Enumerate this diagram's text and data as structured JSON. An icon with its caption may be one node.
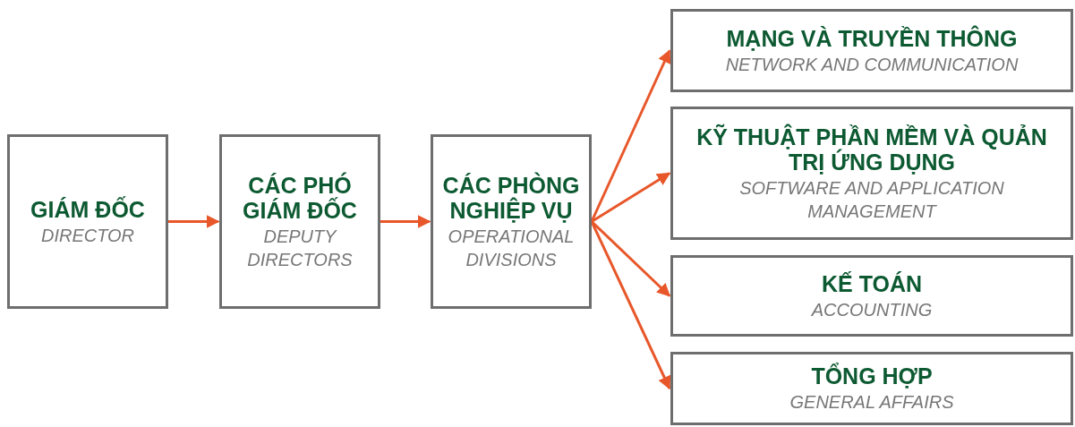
{
  "diagram": {
    "nodes": [
      {
        "text": [
          "GIÁM ĐỐC",
          "DIRECTOR"
        ]
      },
      {
        "text": [
          "CÁC PHÓ GIÁM ĐỐC",
          "DEPUTY DIRECTORS"
        ]
      },
      {
        "text": [
          "CÁC PHÒNG NGHIỆP VỤ",
          "OPERATIONAL DIVISIONS"
        ]
      },
      {
        "text": [
          "MẠNG VÀ TRUYỀN THÔNG",
          "NETWORK AND COMMUNICATION"
        ]
      },
      {
        "text": [
          "KỸ THUẬT PHẦN MỀM VÀ QUẢN TRỊ ỨNG DỤNG",
          "SOFTWARE AND APPLICATION MANAGEMENT"
        ]
      },
      {
        "text": [
          "KẾ TOÁN",
          "ACCOUNTING"
        ]
      },
      {
        "text": [
          "TỔNG HỢP",
          "GENERAL AFFAIRS"
        ]
      }
    ],
    "edges": [
      {
        "from": 0,
        "to": 1,
        "arrow": "to"
      },
      {
        "from": 1,
        "to": 2,
        "arrow": "to"
      },
      {
        "from": 2,
        "to": 3,
        "arrow": "to"
      },
      {
        "from": 2,
        "to": 4,
        "arrow": "to"
      },
      {
        "from": 2,
        "to": 5,
        "arrow": "to"
      },
      {
        "from": 2,
        "to": 6,
        "arrow": "to"
      }
    ]
  }
}
